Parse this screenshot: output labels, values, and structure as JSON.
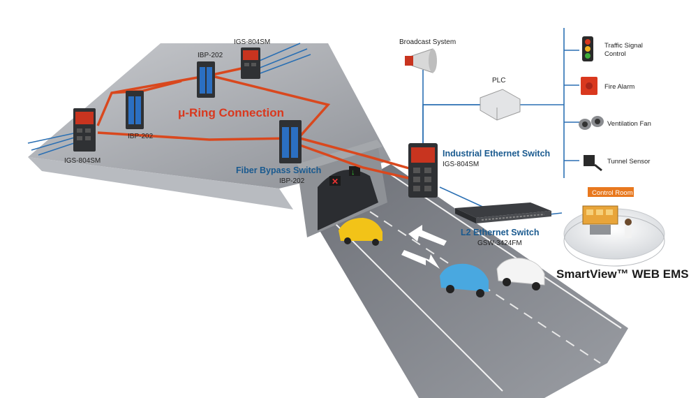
{
  "labels": {
    "ring_connection": "μ-Ring Connection",
    "igs_left": "IGS-804SM",
    "ibp_left": "IBP-202",
    "ibp_top": "IBP-202",
    "igs_top": "IGS-804SM",
    "fiber_bypass_title": "Fiber Bypass Switch",
    "fiber_bypass_model": "IBP-202",
    "industrial_title": "Industrial Ethernet Switch",
    "industrial_model": "IGS-804SM",
    "broadcast": "Broadcast System",
    "plc": "PLC",
    "traffic_signal_line1": "Traffic Signal",
    "traffic_signal_line2": "Control",
    "fire_alarm": "Fire Alarm",
    "ventilation_fan": "Ventilation Fan",
    "tunnel_sensor": "Tunnel Sensor",
    "l2_title": "L2 Ethernet Switch",
    "l2_model": "GSW-3424FM",
    "control_room": "Control Room",
    "smartview": "SmartView™ WEB EMS"
  },
  "colors": {
    "ring": "#d9481e",
    "network_line": "#2a6fb3",
    "label_blue": "#1a5a8f",
    "control_room_badge": "#e8781e",
    "road": "#7a7d84",
    "tunnel_wall": "#8e9196"
  },
  "icons": {
    "switch": "industrial-switch-icon",
    "broadcast": "megaphone-icon",
    "plc": "plc-controller-icon",
    "traffic": "traffic-light-icon",
    "fire": "fire-alarm-icon",
    "fan": "ventilation-fan-icon",
    "sensor": "tunnel-sensor-icon",
    "car": "car-icon",
    "operator": "operator-console-icon"
  }
}
